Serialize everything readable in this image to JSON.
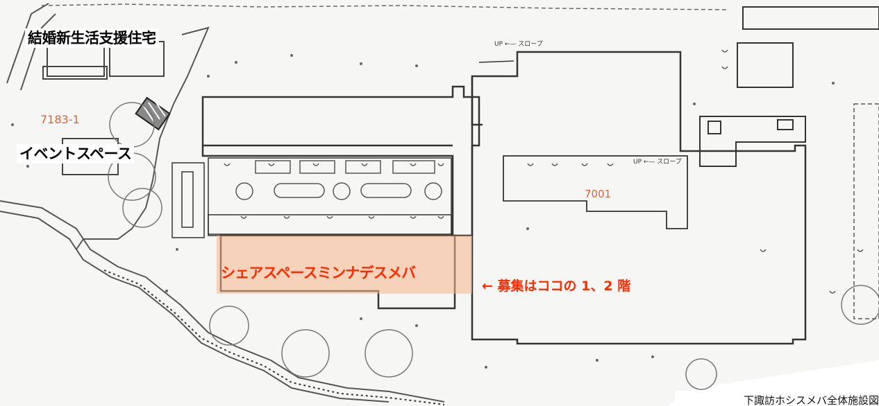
{
  "map": {
    "labels": {
      "housing": "結婚新生活支援住宅",
      "event_space": "イベントスペース",
      "share_space": "シェアスペースミンナデスメバ",
      "recruit": "← 募集はココの 1、2 階"
    },
    "caption": "下諏訪ホシスメバ全体施設図",
    "plan_text": {
      "lot_a": "7183-1",
      "lot_b": "7001",
      "up_slope_a": "UP ←— スロープ",
      "up_slope_b": "UP ←— スロープ"
    },
    "colors": {
      "accent": "#ff2a00",
      "highlight": "#f8b48c",
      "lot_number": "#e0603a"
    }
  }
}
